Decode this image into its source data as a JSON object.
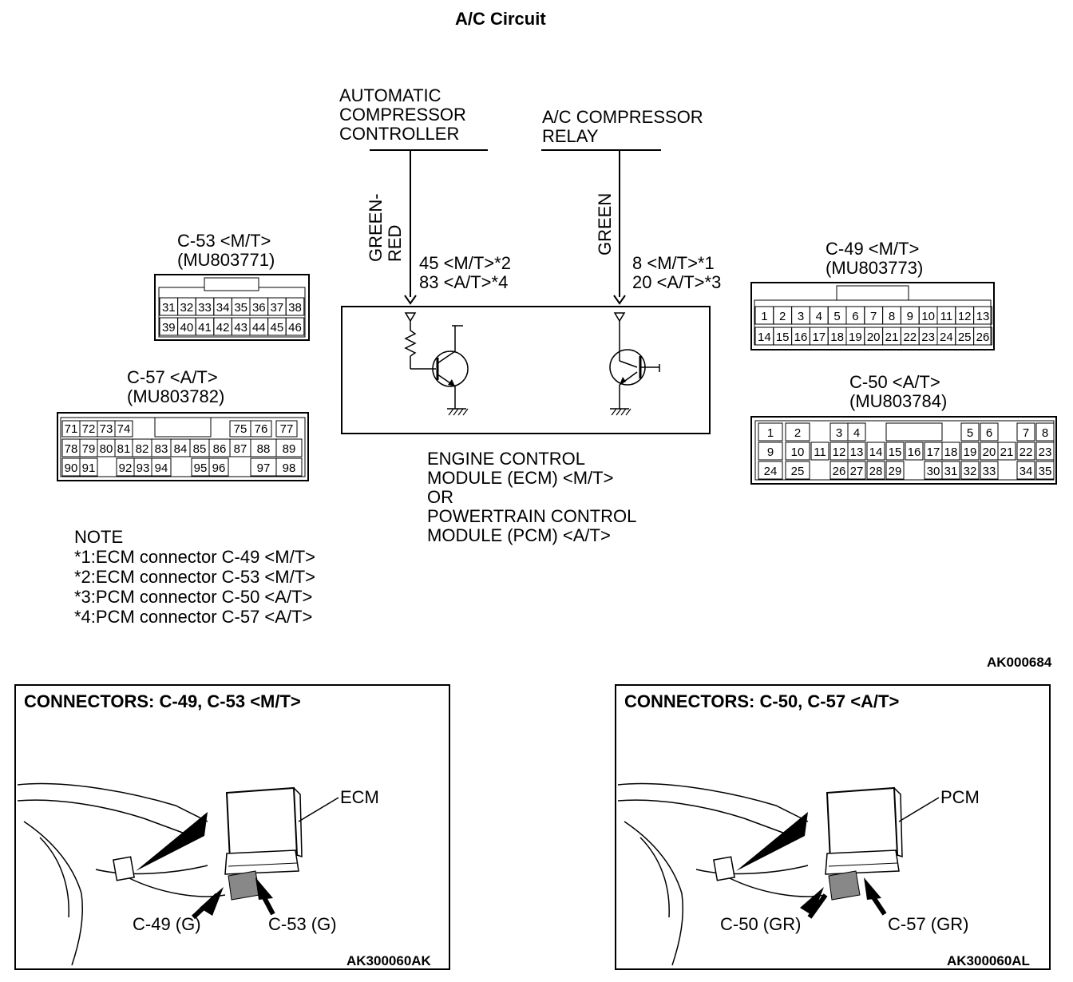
{
  "title": "A/C Circuit",
  "wiring": {
    "automatic_compressor_controller": [
      "AUTOMATIC",
      "COMPRESSOR",
      "CONTROLLER"
    ],
    "ac_compressor_relay": [
      "A/C COMPRESSOR",
      "RELAY"
    ],
    "wire_left_color": [
      "GREEN-",
      "RED"
    ],
    "wire_right_color": "GREEN",
    "terminal_left": [
      "45 <M/T>*2",
      "83 <A/T>*4"
    ],
    "terminal_right": [
      "8 <M/T>*1",
      "20 <A/T>*3"
    ],
    "module_label": [
      "ENGINE CONTROL",
      "MODULE (ECM) <M/T>",
      "OR",
      "POWERTRAIN CONTROL",
      "MODULE (PCM) <A/T>"
    ]
  },
  "connectors": {
    "c53": {
      "title": [
        "C-53 <M/T>",
        "(MU803771)"
      ],
      "rows": [
        [
          "31",
          "32",
          "33",
          "34",
          "35",
          "36",
          "37",
          "38"
        ],
        [
          "39",
          "40",
          "41",
          "42",
          "43",
          "44",
          "45",
          "46"
        ]
      ]
    },
    "c57": {
      "title": [
        "C-57 <A/T>",
        "(MU803782)"
      ],
      "row1": [
        "71",
        "72",
        "73",
        "74",
        "75",
        "76",
        "77"
      ],
      "row2": [
        "78",
        "79",
        "80",
        "81",
        "82",
        "83",
        "84",
        "85",
        "86",
        "87",
        "88",
        "89"
      ],
      "row3": [
        "90",
        "91",
        "92",
        "93",
        "94",
        "95",
        "96",
        "97",
        "98"
      ]
    },
    "c49": {
      "title": [
        "C-49 <M/T>",
        "(MU803773)"
      ],
      "rows": [
        [
          "1",
          "2",
          "3",
          "4",
          "5",
          "6",
          "7",
          "8",
          "9",
          "10",
          "11",
          "12",
          "13"
        ],
        [
          "14",
          "15",
          "16",
          "17",
          "18",
          "19",
          "20",
          "21",
          "22",
          "23",
          "24",
          "25",
          "26"
        ]
      ]
    },
    "c50": {
      "title": [
        "C-50 <A/T>",
        "(MU803784)"
      ],
      "row1": [
        "1",
        "2",
        "3",
        "4",
        "5",
        "6",
        "7",
        "8"
      ],
      "row2": [
        "9",
        "10",
        "11",
        "12",
        "13",
        "14",
        "15",
        "16",
        "17",
        "18",
        "19",
        "20",
        "21",
        "22",
        "23"
      ],
      "row3": [
        "24",
        "25",
        "26",
        "27",
        "28",
        "29",
        "30",
        "31",
        "32",
        "33",
        "34",
        "35"
      ]
    }
  },
  "notes": {
    "heading": "NOTE",
    "items": [
      "*1:ECM connector C-49 <M/T>",
      "*2:ECM connector C-53 <M/T>",
      "*3:PCM connector C-50 <A/T>",
      "*4:PCM connector C-57 <A/T>"
    ]
  },
  "figure_code": "AK000684",
  "panels": [
    {
      "title": "CONNECTORS: C-49, C-53 <M/T>",
      "unit": "ECM",
      "left_conn": "C-49 (G)",
      "right_conn": "C-53 (G)",
      "code": "AK300060AK"
    },
    {
      "title": "CONNECTORS: C-50, C-57 <A/T>",
      "unit": "PCM",
      "left_conn": "C-50 (GR)",
      "right_conn": "C-57 (GR)",
      "code": "AK300060AL"
    }
  ]
}
